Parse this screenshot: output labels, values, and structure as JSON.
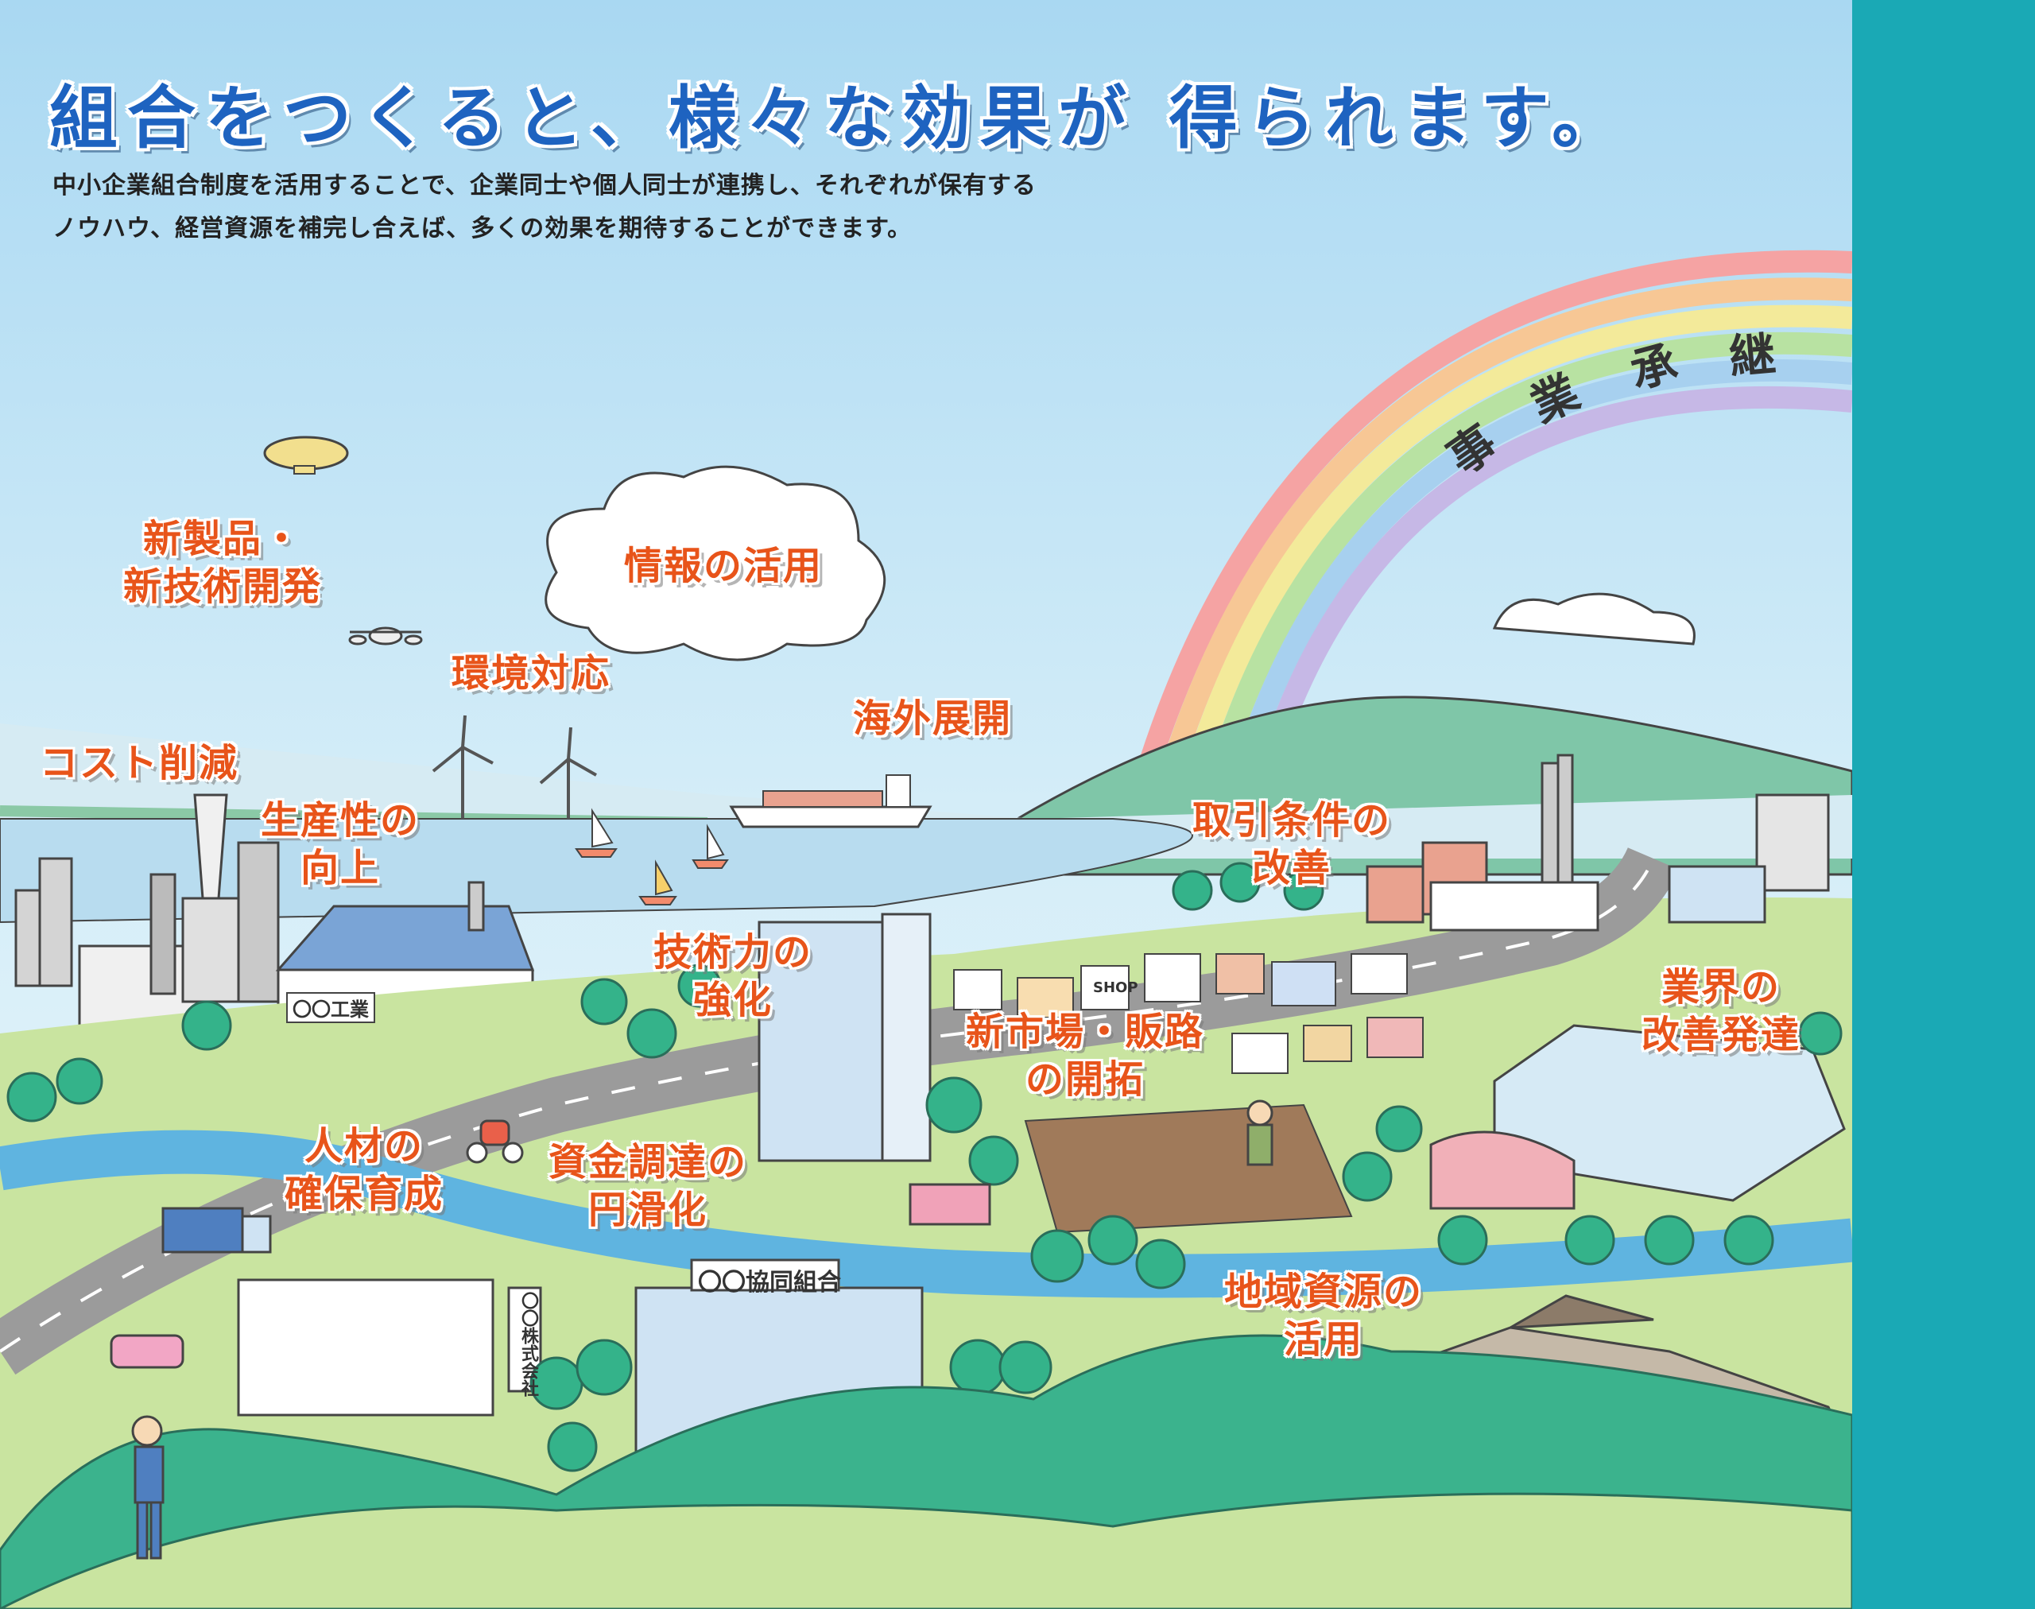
{
  "page": {
    "title": "組合をつくると、様々な効果が 得られます。",
    "subtitle_lines": [
      "中小企業組合制度を活用することで、企業同士や個人同士が連携し、それぞれが保有する",
      "ノウハウ、経営資源を補完し合えば、多くの効果を期待することができます。"
    ]
  },
  "labels": {
    "new_products": [
      "新製品・",
      "新技術開発"
    ],
    "info_use": "情報の活用",
    "environment": "環境対応",
    "overseas": "海外展開",
    "cost_reduction": "コスト削減",
    "productivity": [
      "生産性の",
      "向上"
    ],
    "trade_terms": [
      "取引条件の",
      "改善"
    ],
    "tech_power": [
      "技術力の",
      "強化"
    ],
    "new_market": [
      "新市場・販路",
      "の開拓"
    ],
    "industry": [
      "業界の",
      "改善発達"
    ],
    "hr": [
      "人材の",
      "確保育成"
    ],
    "funding": [
      "資金調達の",
      "円滑化"
    ],
    "regional": [
      "地域資源の",
      "活用"
    ]
  },
  "rainbow_chars": [
    "事",
    "業",
    "承",
    "継"
  ],
  "signs": {
    "factory": "〇〇工業",
    "cooperative": "〇〇協同組合",
    "company": "〇〇株式会社",
    "shop": "SHOP"
  },
  "colors": {
    "title_blue": "#1e63c0",
    "label_orange": "#e8541a",
    "sidebar_teal": "#1aa9b5",
    "sky_top": "#a9d8f2",
    "grass_green": "#c9e4a0",
    "tree_green": "#34b38a"
  }
}
